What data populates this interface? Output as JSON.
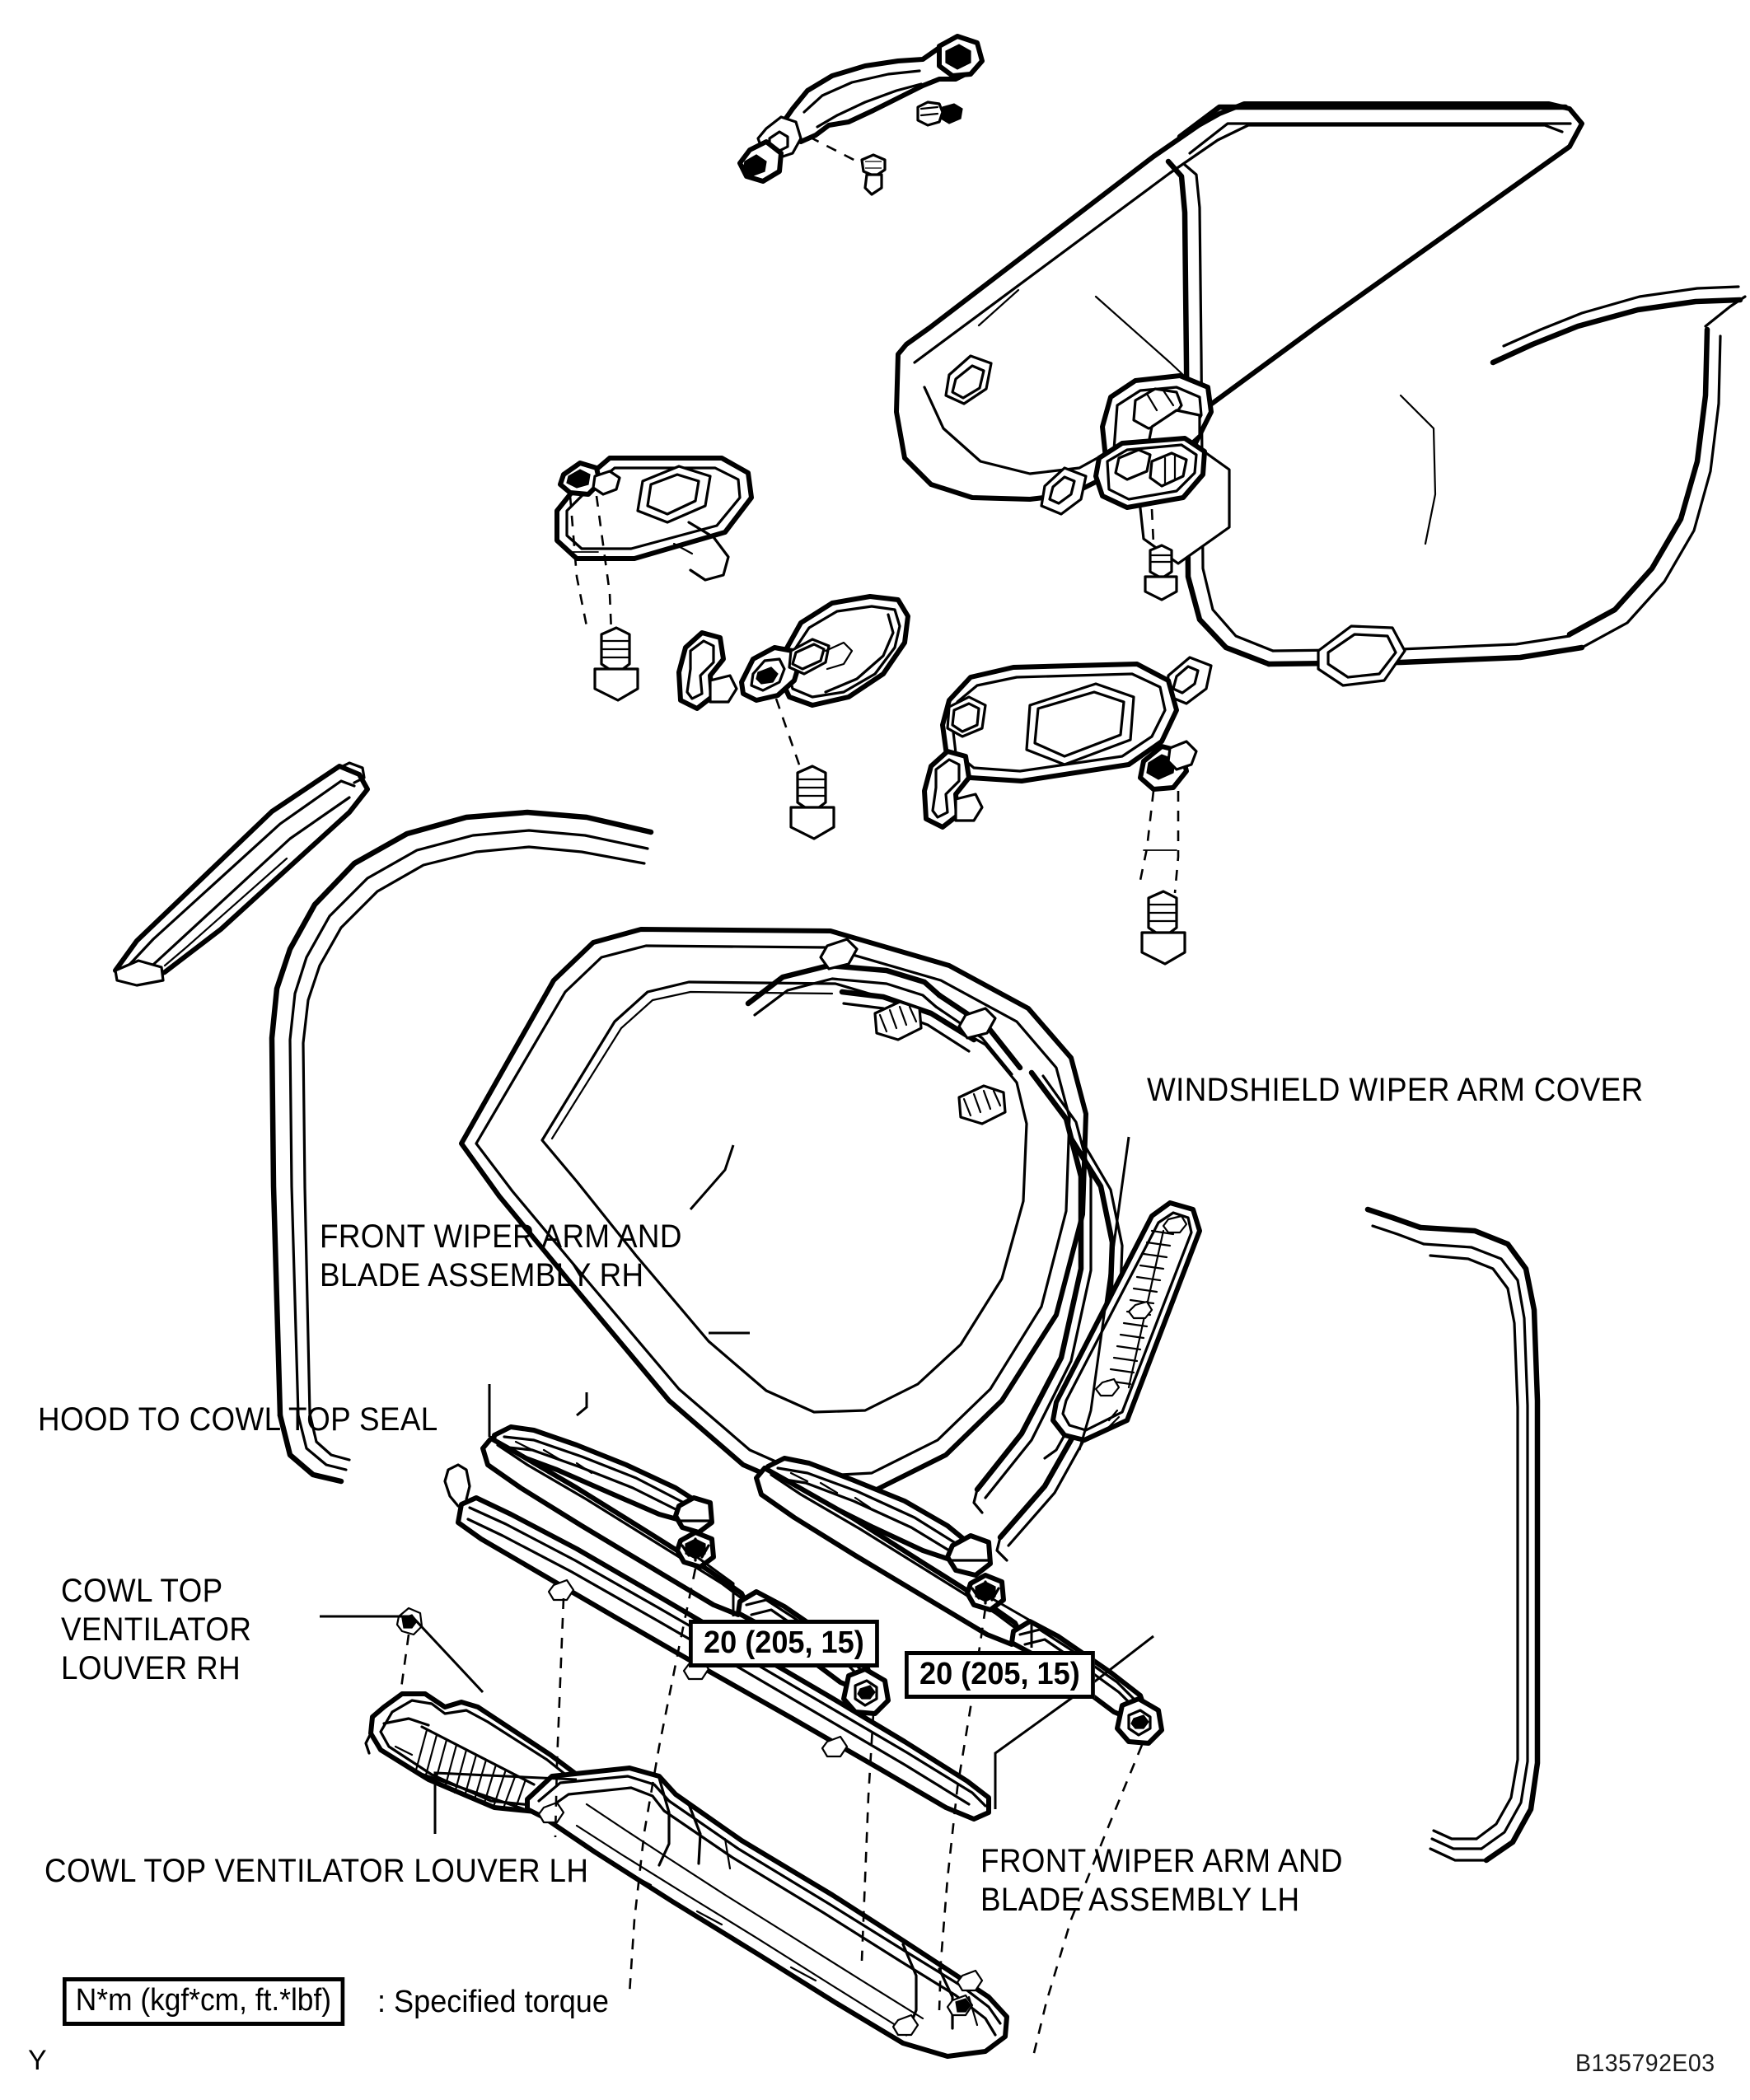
{
  "figure": {
    "code": "B135792E03",
    "corner_mark": "Y",
    "title": "Windshield / Windshield Glass Components (Exploded View)"
  },
  "callouts": [
    {
      "id": "windshield-wiper-arm-cover",
      "text": "WINDSHIELD WIPER ARM COVER"
    },
    {
      "id": "front-wiper-arm-blade-rh",
      "text": "FRONT WIPER ARM AND\nBLADE ASSEMBLY RH"
    },
    {
      "id": "hood-to-cowl-top-seal",
      "text": "HOOD TO COWL TOP SEAL"
    },
    {
      "id": "cowl-top-ventilator-louver-rh",
      "text": "COWL TOP\nVENTILATOR\nLOUVER RH"
    },
    {
      "id": "cowl-top-ventilator-louver-lh",
      "text": "COWL TOP VENTILATOR LOUVER LH"
    },
    {
      "id": "front-wiper-arm-blade-lh",
      "text": "FRONT WIPER ARM AND\nBLADE ASSEMBLY LH"
    }
  ],
  "torque_specs": [
    {
      "id": "torque-left",
      "value": "20 (205, 15)"
    },
    {
      "id": "torque-right",
      "value": "20 (205, 15)"
    }
  ],
  "legend": {
    "unit_box": "N*m (kgf*cm, ft.*lbf)",
    "description": ": Specified torque"
  },
  "colors": {
    "line": "#000000",
    "background": "#ffffff"
  }
}
